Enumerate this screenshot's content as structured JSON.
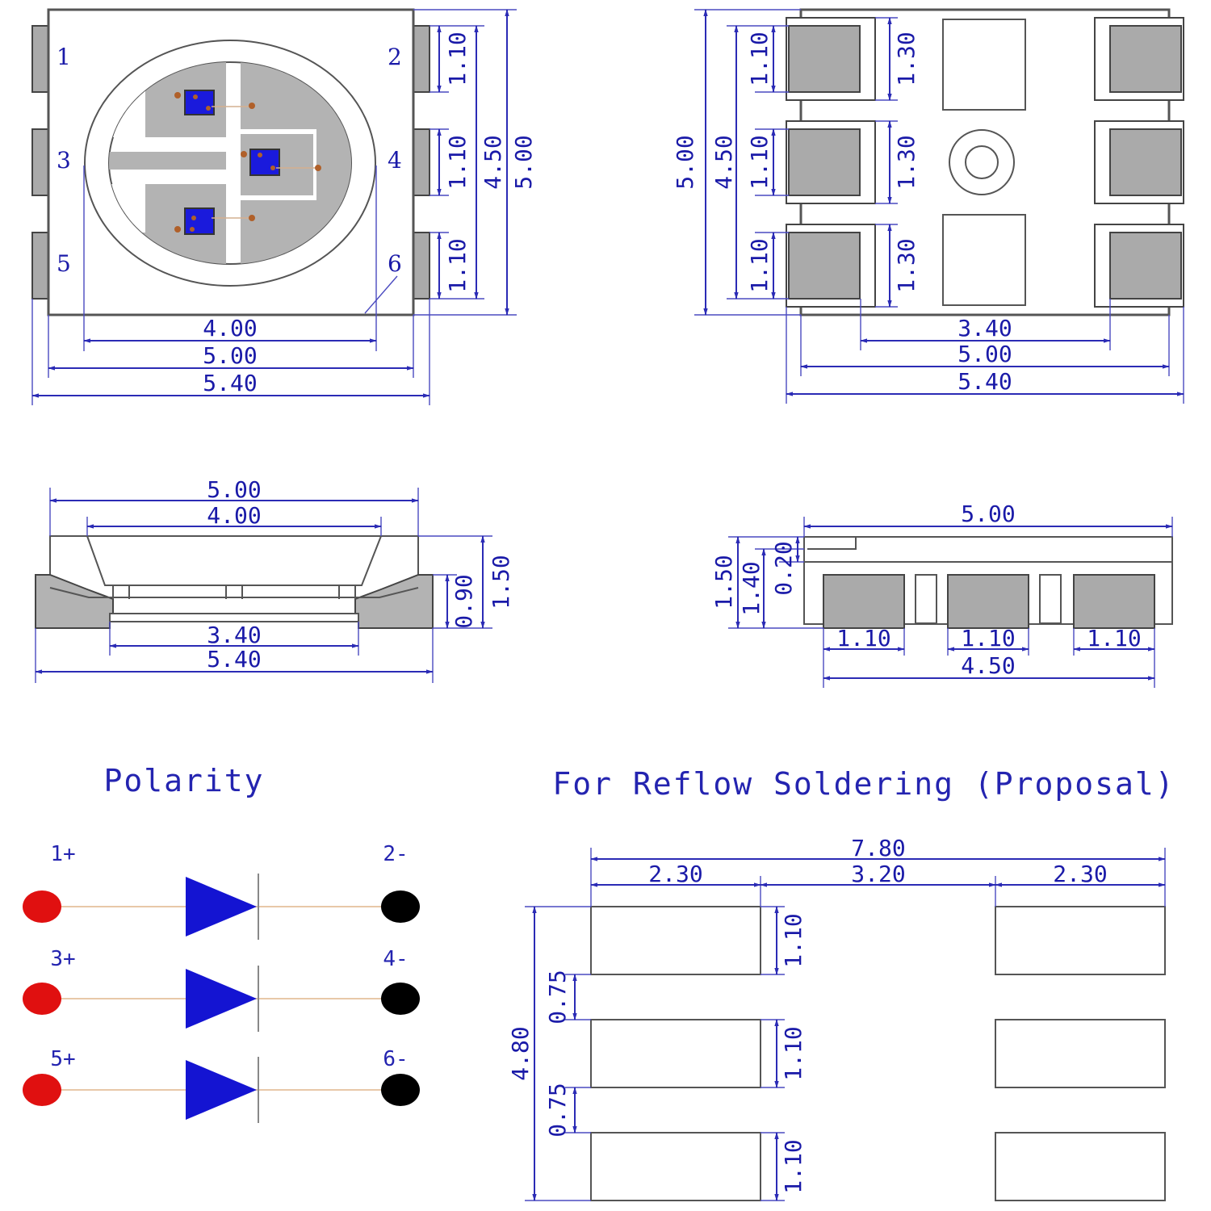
{
  "drawing": {
    "top_view": {
      "pins": [
        "1",
        "2",
        "3",
        "4",
        "5",
        "6"
      ],
      "dims": {
        "lens": "4.00",
        "body_width": "5.00",
        "overall_width": "5.40",
        "pad_pitch_1": "1.10",
        "pad_pitch_2": "1.10",
        "pad_pitch_3": "1.10",
        "pad_span": "4.50",
        "body_height": "5.00"
      }
    },
    "bottom_view": {
      "dims": {
        "body_height": "5.00",
        "pad_span": "4.50",
        "pad_w_1": "1.10",
        "pad_w_2": "1.10",
        "pad_w_3": "1.10",
        "pad_l_1": "1.30",
        "pad_l_2": "1.30",
        "pad_l_3": "1.30",
        "pad_pitch": "3.40",
        "body_width": "5.00",
        "overall_width": "5.40"
      }
    },
    "side_view_front": {
      "dims": {
        "body_width": "5.00",
        "lens": "4.00",
        "height": "1.50",
        "lead_height": "0.90",
        "pad_pitch": "3.40",
        "overall_width": "5.40"
      }
    },
    "side_view_right": {
      "dims": {
        "body_width": "5.00",
        "height": "1.50",
        "body_height": "1.40",
        "step": "0.20",
        "pad_1": "1.10",
        "pad_2": "1.10",
        "pad_3": "1.10",
        "pad_span": "4.50"
      }
    },
    "polarity": {
      "title": "Polarity",
      "pins": [
        {
          "anode": "1+",
          "cathode": "2-"
        },
        {
          "anode": "3+",
          "cathode": "4-"
        },
        {
          "anode": "5+",
          "cathode": "6-"
        }
      ],
      "colors": {
        "anode": "#e01010",
        "cathode": "#000000",
        "diode": "#1414d2"
      }
    },
    "reflow": {
      "title": "For Reflow Soldering (Proposal)",
      "dims": {
        "total_width": "7.80",
        "pad_width_left": "2.30",
        "gap": "3.20",
        "pad_width_right": "2.30",
        "total_height": "4.80",
        "pad_h_1": "1.10",
        "pad_h_2": "1.10",
        "pad_h_3": "1.10",
        "spacing_1": "0.75",
        "spacing_2": "0.75"
      }
    }
  }
}
